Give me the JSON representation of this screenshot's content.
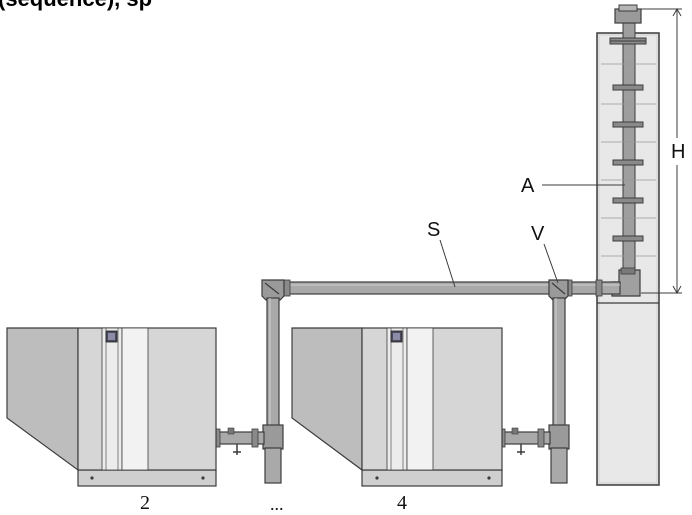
{
  "header": {
    "title_fragment": "(sequence), sp"
  },
  "labels": {
    "A": "A",
    "S": "S",
    "V": "V",
    "H": "H",
    "unit_left": "2",
    "ellipsis": "...",
    "unit_right": "4"
  },
  "colors": {
    "outline": "#3c3c3c",
    "boiler_body": "#d6d6d6",
    "boiler_shadow": "#bdbdbd",
    "boiler_light": "#ececec",
    "pipe": "#a9a9a9",
    "pipe_dark": "#7a7a7a",
    "chimney": "#dcdcdc",
    "base": "#cfcfcf"
  }
}
